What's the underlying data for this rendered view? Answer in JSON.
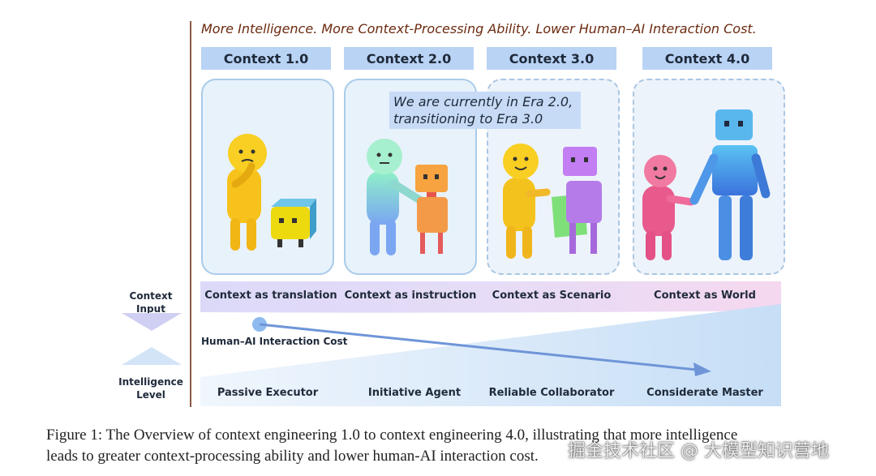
{
  "figure": {
    "tagline": "More Intelligence. More Context-Processing Ability. Lower Human–AI Interaction Cost.",
    "eras": [
      {
        "title": "Context 1.0",
        "context_role": "Context as translation",
        "intelligence_level": "Passive Executor"
      },
      {
        "title": "Context 2.0",
        "context_role": "Context as instruction",
        "intelligence_level": "Initiative Agent"
      },
      {
        "title": "Context 3.0",
        "context_role": "Context as Scenario",
        "intelligence_level": "Reliable Collaborator"
      },
      {
        "title": "Context 4.0",
        "context_role": "Context as World",
        "intelligence_level": "Considerate Master"
      }
    ],
    "era_note": {
      "line1": "We are currently  in Era 2.0,",
      "line2": "transitioning to Era 3.0"
    },
    "left_labels": {
      "context_input_line1": "Context",
      "context_input_line2": "Input",
      "intelligence_line1": "Intelligence",
      "intelligence_line2": "Level"
    },
    "cost_label": "Human–AI Interaction Cost",
    "colors": {
      "header_fill": "#b9d3f5",
      "tagline": "#6b2b10",
      "trend_arrow": "#6f95d8",
      "panel_fill": "#e8f2fb"
    }
  },
  "caption": {
    "line1": "Figure 1: The Overview of context engineering 1.0 to context engineering 4.0, illustrating that more intelligence",
    "line2": "leads to greater context-processing ability and lower human-AI interaction cost."
  },
  "watermark": "掘金技术社区 @ 大模型知识营地"
}
